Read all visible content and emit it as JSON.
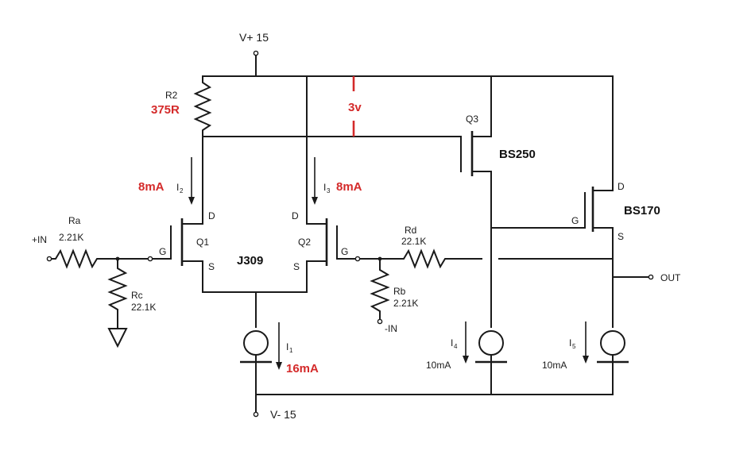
{
  "supply": {
    "positive": "V+ 15",
    "negative": "V- 15"
  },
  "resistors": {
    "r2": {
      "name": "R2",
      "value": "375R"
    },
    "ra": {
      "name": "Ra",
      "value": "2.21K"
    },
    "rc": {
      "name": "Rc",
      "value": "22.1K"
    },
    "rd": {
      "name": "Rd",
      "value": "22.1K"
    },
    "rb": {
      "name": "Rb",
      "value": "2.21K"
    }
  },
  "transistors": {
    "q1": {
      "name": "Q1",
      "d": "D",
      "g": "G",
      "s": "S"
    },
    "q2": {
      "name": "Q2",
      "d": "D",
      "g": "G",
      "s": "S"
    },
    "pair_part": "J309",
    "q3": {
      "name": "Q3",
      "part": "BS250"
    },
    "q4": {
      "part": "BS170",
      "d": "D",
      "g": "G",
      "s": "S"
    }
  },
  "currents": {
    "i1": {
      "sym": "I",
      "sub": "1",
      "value": "16mA"
    },
    "i2": {
      "sym": "I",
      "sub": "2",
      "value": "8mA"
    },
    "i3": {
      "sym": "I",
      "sub": "3",
      "value": "8mA"
    },
    "i4": {
      "sym": "I",
      "sub": "4",
      "value": "10mA"
    },
    "i5": {
      "sym": "I",
      "sub": "5",
      "value": "10mA"
    }
  },
  "annotations": {
    "drop": "3v"
  },
  "io": {
    "in_plus": "+IN",
    "in_minus": "-IN",
    "out": "OUT"
  },
  "colors": {
    "wire": "#1a1a1a",
    "annotation": "#d42a2a"
  }
}
